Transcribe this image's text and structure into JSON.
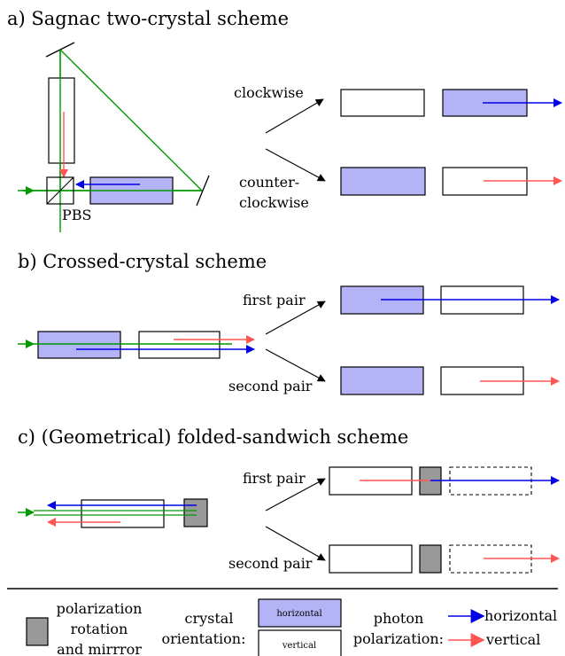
{
  "colors": {
    "crystal_horizontal_fill": "#b3b3f5",
    "mirror_fill": "#999999",
    "pump_beam": "#009900",
    "horizontal_photon": "#0000e6",
    "vertical_photon": "#ff5555",
    "black": "#000000"
  },
  "icons": {
    "arrowhead": "filled-triangle",
    "mirror": "line-segment",
    "beam_splitter": "square-with-diagonal"
  },
  "panel_a": {
    "title": "a) Sagnac two-crystal scheme",
    "pbs_label": "PBS",
    "clockwise_label": "clockwise",
    "counter_label_1": "counter-",
    "counter_label_2": "clockwise"
  },
  "panel_b": {
    "title": "b) Crossed-crystal scheme",
    "first_pair_label": "first pair",
    "second_pair_label": "second pair"
  },
  "panel_c": {
    "title": "c) (Geometrical) folded-sandwich scheme",
    "first_pair_label": "first pair",
    "second_pair_label": "second pair"
  },
  "legend": {
    "mirror_label_1": "polarization",
    "mirror_label_2": "rotation",
    "mirror_label_3": "and mirrror",
    "crystal_label_1": "crystal",
    "crystal_label_2": "orientation:",
    "crystal_horizontal": "horizontal",
    "crystal_vertical": "vertical",
    "photon_label_1": "photon",
    "photon_label_2": "polarization:",
    "photon_horizontal": "horizontal",
    "photon_vertical": "vertical"
  }
}
